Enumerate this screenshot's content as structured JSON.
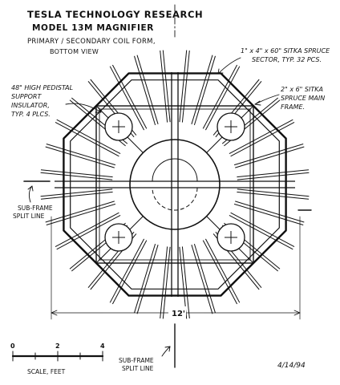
{
  "title": {
    "line1": "TESLA TECHNOLOGY RESEARCH",
    "line2": "MODEL 13M MAGNIFIER",
    "line3": "PRIMARY / SECONDARY COIL FORM,",
    "line4": "BOTTOM VIEW"
  },
  "callouts": {
    "sector": {
      "line1": "1\" x 4\" x 60\" SITKA SPRUCE",
      "line2": "SECTOR, TYP. 32 PCS."
    },
    "frame": {
      "line1": "2\" x 6\" SITKA",
      "line2": "SPRUCE MAIN",
      "line3": "FRAME."
    },
    "insulator": {
      "line1": "48\" HIGH PEDISTAL",
      "line2": "SUPPORT",
      "line3": "INSULATOR,",
      "line4": "TYP. 4 PLCS."
    },
    "split_left": {
      "line1": "SUB-FRAME",
      "line2": "SPLIT LINE"
    },
    "split_bottom": {
      "line1": "SUB-FRAME",
      "line2": "SPLIT LINE"
    }
  },
  "dimension": {
    "width_label": "12'"
  },
  "scale": {
    "ticks": [
      "0",
      "2",
      "4"
    ],
    "label": "SCALE, FEET"
  },
  "date": "4/14/94",
  "colors": {
    "ink": "#111111",
    "paper": "#ffffff"
  }
}
